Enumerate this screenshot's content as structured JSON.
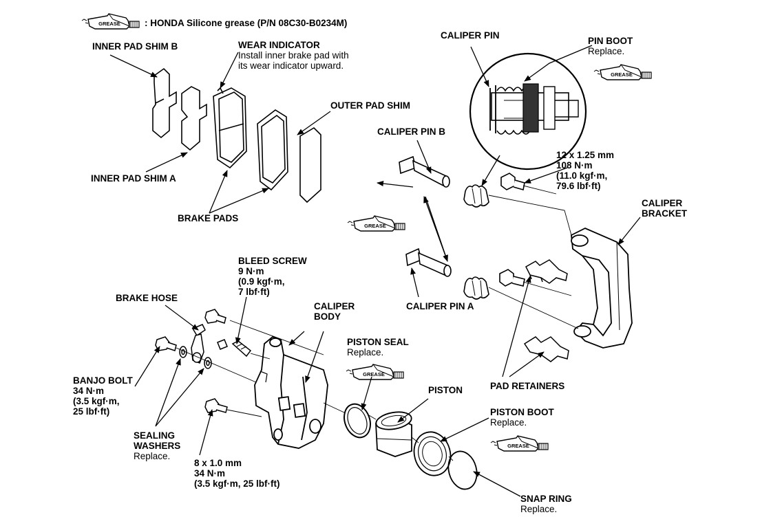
{
  "legend": {
    "badge": "GREASE",
    "text": ": HONDA Silicone grease (P/N 08C30-B0234M)"
  },
  "labels": {
    "inner_pad_shim_b": "INNER PAD SHIM B",
    "wear_indicator": {
      "title": "WEAR INDICATOR",
      "line1": "Install inner brake pad with",
      "line2": "its wear indicator upward."
    },
    "outer_pad_shim": "OUTER PAD SHIM",
    "inner_pad_shim_a": "INNER PAD SHIM A",
    "brake_pads": "BRAKE PADS",
    "caliper_pin": "CALIPER PIN",
    "pin_boot": {
      "title": "PIN BOOT",
      "note": "Replace."
    },
    "caliper_pin_b": "CALIPER PIN B",
    "bolt_12": {
      "l1": "12 x 1.25 mm",
      "l2": "108 N·m",
      "l3": "(11.0 kgf·m,",
      "l4": "79.6 lbf·ft)"
    },
    "caliper_bracket": {
      "l1": "CALIPER",
      "l2": "BRACKET"
    },
    "bleed_screw": {
      "l1": "BLEED SCREW",
      "l2": "9 N·m",
      "l3": "(0.9 kgf·m,",
      "l4": "7 lbf·ft)"
    },
    "caliper_pin_a": "CALIPER PIN A",
    "brake_hose": "BRAKE HOSE",
    "caliper_body": {
      "l1": "CALIPER",
      "l2": "BODY"
    },
    "piston_seal": {
      "title": "PISTON SEAL",
      "note": "Replace."
    },
    "banjo_bolt": {
      "l1": "BANJO BOLT",
      "l2": "34 N·m",
      "l3": "(3.5 kgf·m,",
      "l4": "25 lbf·ft)"
    },
    "piston": "PISTON",
    "pad_retainers": "PAD RETAINERS",
    "piston_boot": {
      "title": "PISTON BOOT",
      "note": "Replace."
    },
    "sealing_washers": {
      "l1": "SEALING",
      "l2": "WASHERS",
      "note": "Replace."
    },
    "bolt_8": {
      "l1": "8 x 1.0 mm",
      "l2": "34 N·m",
      "l3": "(3.5 kgf·m, 25 lbf·ft)"
    },
    "snap_ring": {
      "title": "SNAP RING",
      "note": "Replace."
    }
  }
}
